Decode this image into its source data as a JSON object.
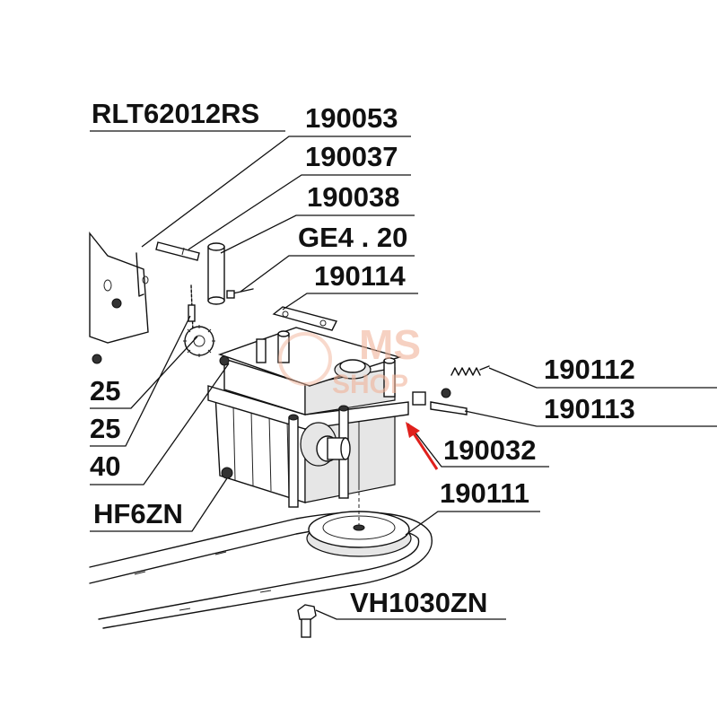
{
  "diagram": {
    "labels": [
      {
        "id": "rlt62012rs",
        "text": "RLT62012RS"
      },
      {
        "id": "190053",
        "text": "190053"
      },
      {
        "id": "190037",
        "text": "190037"
      },
      {
        "id": "190038",
        "text": "190038"
      },
      {
        "id": "ge4-20",
        "text": "GE4 . 20"
      },
      {
        "id": "190114",
        "text": "190114"
      },
      {
        "id": "190112",
        "text": "190112"
      },
      {
        "id": "190113",
        "text": "190113"
      },
      {
        "id": "190032",
        "text": "190032"
      },
      {
        "id": "190111",
        "text": "190111"
      },
      {
        "id": "vh1030zn",
        "text": "VH1030ZN"
      },
      {
        "id": "hf6zn",
        "text": "HF6ZN"
      },
      {
        "id": "left-25-a",
        "text": "25"
      },
      {
        "id": "left-25-b",
        "text": "25"
      },
      {
        "id": "left-40",
        "text": "40"
      }
    ],
    "watermark": {
      "line1": "MS",
      "line2": "SHOP"
    },
    "colors": {
      "ink": "#111111",
      "arrow": "#e0201c",
      "watermark": "#f1b49a"
    }
  }
}
